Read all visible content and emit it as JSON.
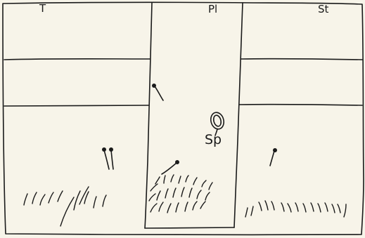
{
  "labels": {
    "tergum": "T",
    "pleuron": "Pl",
    "sternum": "St",
    "spiracle": "Sp"
  },
  "colors": {
    "ink": "#1a1a1a",
    "paper": "#f7f4e9"
  }
}
